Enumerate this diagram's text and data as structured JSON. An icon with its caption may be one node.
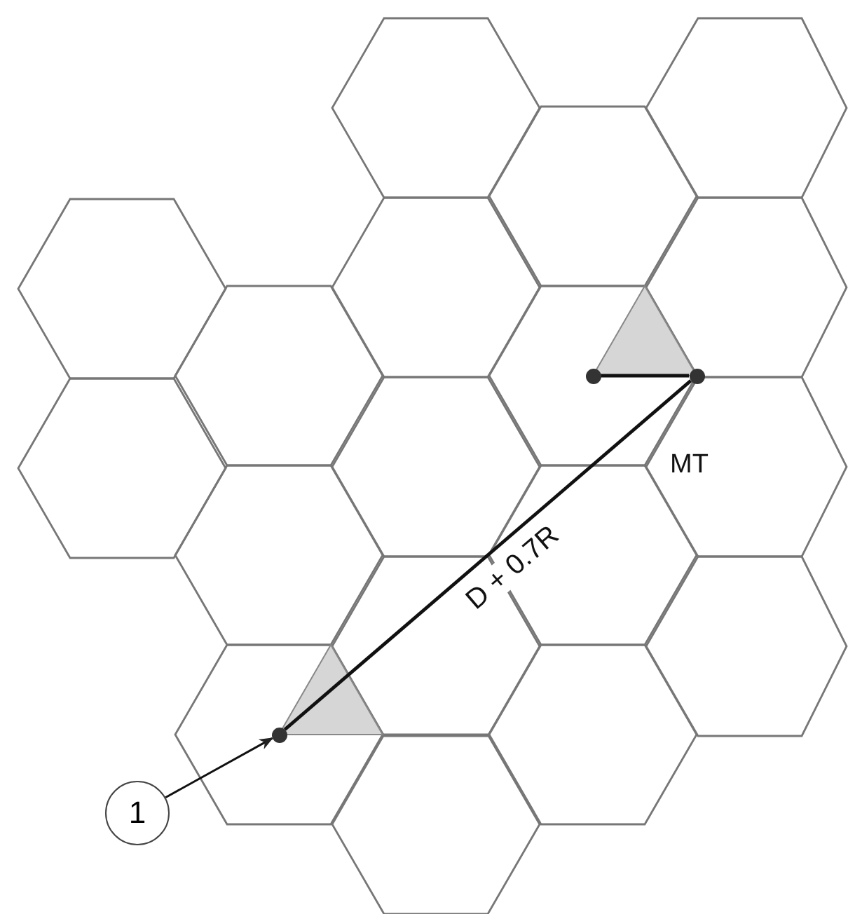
{
  "diagram": {
    "nodes": [
      {
        "text": [
          "1"
        ]
      },
      {
        "text": [],
        "shape": "circle"
      },
      {
        "text": [],
        "shape": "circle"
      },
      {
        "text": [],
        "shape": "circle",
        "beside": [
          "MT"
        ]
      }
    ],
    "edges": [
      {
        "from": 0,
        "to": 1,
        "arrow": "to"
      },
      {
        "from": 1,
        "to": 3,
        "arrow": "none",
        "label": "D + 0.7R"
      },
      {
        "from": 2,
        "to": 3,
        "arrow": "none"
      }
    ]
  }
}
